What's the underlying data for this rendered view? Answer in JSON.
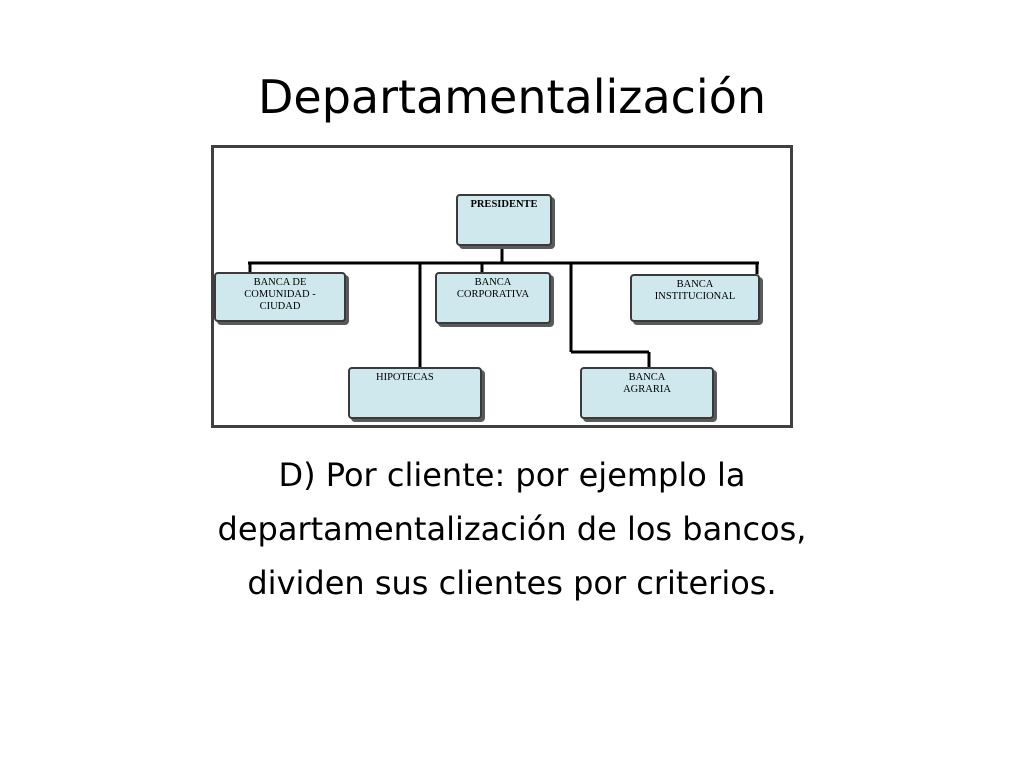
{
  "title": "Departamentalización",
  "org_chart": {
    "president": "PRESIDENTE",
    "units": {
      "banca_comunidad": [
        "BANCA DE",
        "COMUNIDAD -",
        "CIUDAD"
      ],
      "banca_corporativa": [
        "BANCA",
        "CORPORATIVA"
      ],
      "banca_institucional": [
        "BANCA",
        "INSTITUCIONAL"
      ],
      "hipotecas": [
        "HIPOTECAS"
      ],
      "banca_agraria": [
        "BANCA",
        "AGRARIA"
      ]
    }
  },
  "caption": {
    "lines": [
      "D) Por cliente: por ejemplo la",
      "departamentalización de los bancos,",
      "dividen sus clientes por criterios."
    ]
  }
}
